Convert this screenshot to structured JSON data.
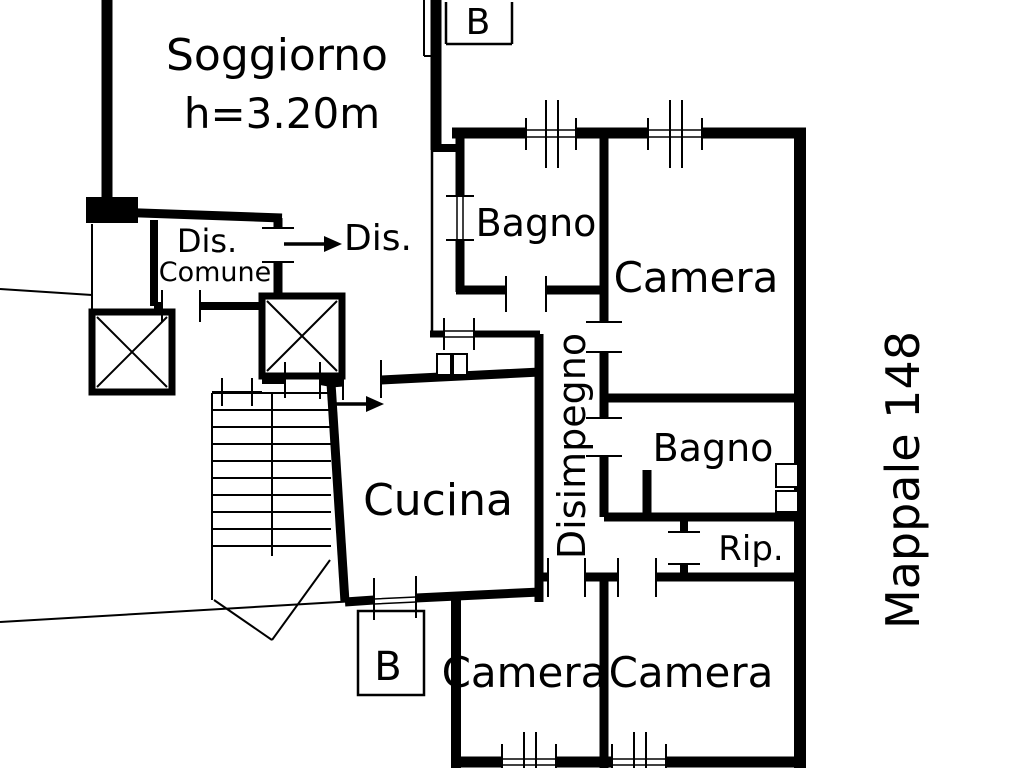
{
  "page": {
    "background": "#ffffff",
    "line_color": "#000000"
  },
  "plan": {
    "labels": {
      "soggiorno": "Soggiorno",
      "soggiorno_height": "h=3.20m",
      "balcony_top": "B",
      "balcony_bottom": "B",
      "bagno_top": "Bagno",
      "camera_top": "Camera",
      "dis_comune_line1": "Dis.",
      "dis_comune_line2": "Comune",
      "dis_landing": "Dis.",
      "cucina": "Cucina",
      "disimpegno": "Disimpegno",
      "bagno_mid": "Bagno",
      "rip": "Rip.",
      "camera_bottom_left": "Camera",
      "camera_bottom_right": "Camera",
      "mappale": "Mappale 148"
    }
  }
}
